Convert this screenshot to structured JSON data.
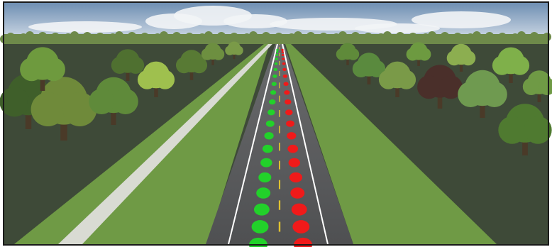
{
  "scene": {
    "kind": "rendered 3D road with lane markers",
    "colors": {
      "sky_top": "#6f8fb3",
      "sky_bottom": "#dfe6ee",
      "cloud": "#f2f4f6",
      "tree_far": "#6e8a4a",
      "tree_light": "#9fc04e",
      "tree_dark": "#3f5f2a",
      "ground_shadow": "#3e4a38",
      "grass": "#6f9a45",
      "grass_light": "#8cb45a",
      "footpath": "#d9dbd3",
      "road": "#4f5052",
      "lane_edge": "#ffffff",
      "center_line": "#e0c230",
      "marker_left": "#22d12a",
      "marker_right": "#f01a1a",
      "frame_border": "#1a1a1a"
    },
    "left_marker_count": 21,
    "right_marker_count": 21
  }
}
